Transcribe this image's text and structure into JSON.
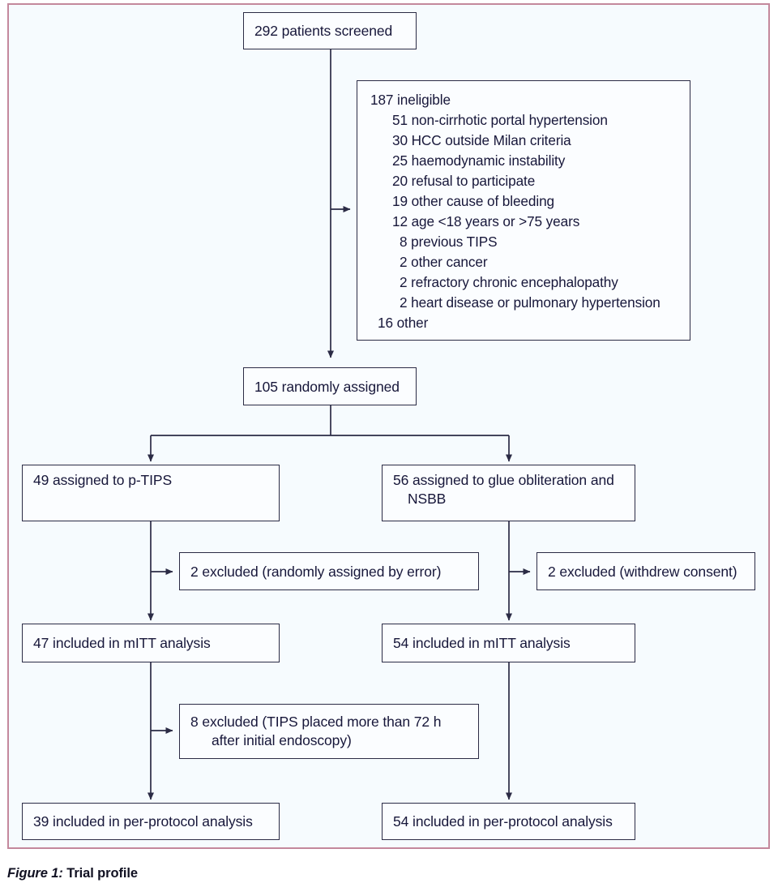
{
  "figure": {
    "label": "Figure 1:",
    "caption": "Trial profile",
    "border_color": "#c4889c",
    "line_color": "#2b2b45",
    "background_color": "#f6fbfe"
  },
  "nodes": {
    "screened": "292 patients screened",
    "ineligible": {
      "heading": "187 ineligible",
      "items": [
        "51 non-cirrhotic portal hypertension",
        "30 HCC outside Milan criteria",
        "25 haemodynamic instability",
        "20 refusal to participate",
        "19 other cause of bleeding",
        "12 age <18 years or >75 years",
        "8 previous TIPS",
        "2 other cancer",
        "2 refractory chronic encephalopathy",
        "2 heart disease or pulmonary hypertension"
      ],
      "trailing": "16 other"
    },
    "randomised": "105 randomly assigned",
    "arm_left_assigned": "49 assigned to p-TIPS",
    "arm_right_assigned_line1": "56 assigned to glue obliteration and",
    "arm_right_assigned_line2": "NSBB",
    "excluded_left_1": "2 excluded (randomly assigned by error)",
    "excluded_right_1": "2 excluded (withdrew consent)",
    "mitt_left": "47 included in mITT analysis",
    "mitt_right": "54 included in mITT analysis",
    "excluded_left_2_line1": "8 excluded (TIPS placed more than 72 h",
    "excluded_left_2_line2": "after initial endoscopy)",
    "perprotocol_left": "39 included in per-protocol analysis",
    "perprotocol_right": "54 included in per-protocol analysis"
  },
  "chart_data": {
    "type": "diagram",
    "title": "Trial profile",
    "diagram_kind": "CONSORT participant flow",
    "counts": {
      "screened": 292,
      "ineligible_total": 187,
      "ineligible_breakdown": [
        {
          "n": 51,
          "reason": "non-cirrhotic portal hypertension"
        },
        {
          "n": 30,
          "reason": "HCC outside Milan criteria"
        },
        {
          "n": 25,
          "reason": "haemodynamic instability"
        },
        {
          "n": 20,
          "reason": "refusal to participate"
        },
        {
          "n": 19,
          "reason": "other cause of bleeding"
        },
        {
          "n": 12,
          "reason": "age <18 years or >75 years"
        },
        {
          "n": 8,
          "reason": "previous TIPS"
        },
        {
          "n": 2,
          "reason": "other cancer"
        },
        {
          "n": 2,
          "reason": "refractory chronic encephalopathy"
        },
        {
          "n": 2,
          "reason": "heart disease or pulmonary hypertension"
        },
        {
          "n": 16,
          "reason": "other"
        }
      ],
      "randomly_assigned": 105,
      "arms": [
        {
          "name": "p-TIPS",
          "assigned": 49,
          "excluded": [
            {
              "n": 2,
              "reason": "randomly assigned by error"
            }
          ],
          "mitt": 47,
          "excluded_2": [
            {
              "n": 8,
              "reason": "TIPS placed more than 72 h after initial endoscopy"
            }
          ],
          "per_protocol": 39
        },
        {
          "name": "glue obliteration and NSBB",
          "assigned": 56,
          "excluded": [
            {
              "n": 2,
              "reason": "withdrew consent"
            }
          ],
          "mitt": 54,
          "per_protocol": 54
        }
      ]
    }
  }
}
